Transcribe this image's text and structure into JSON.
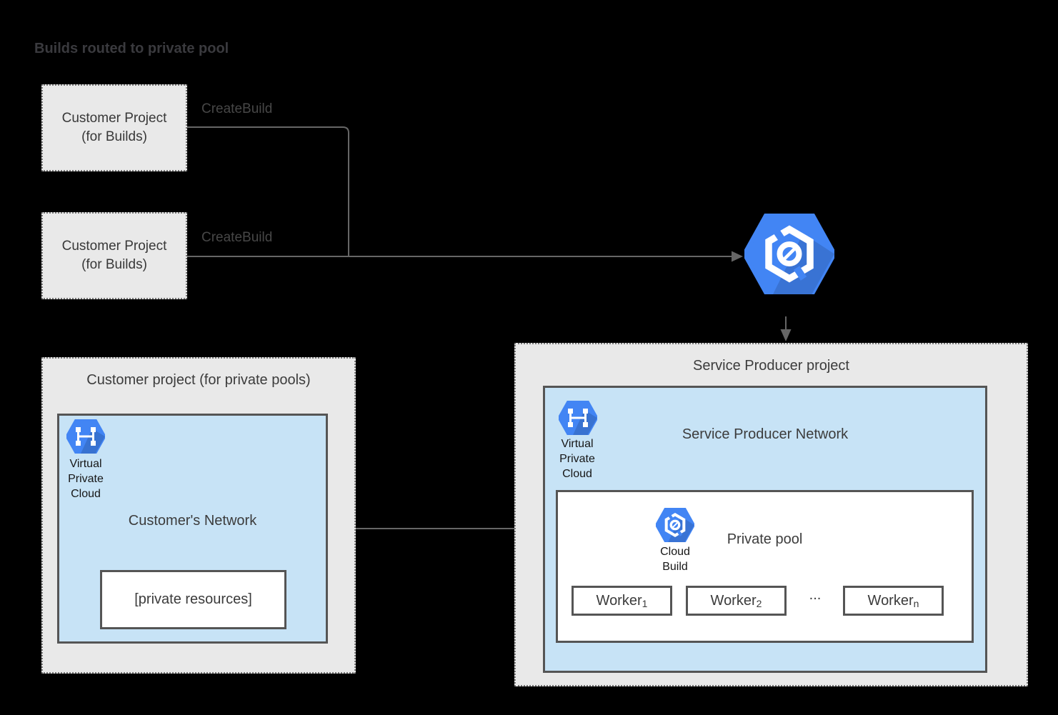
{
  "colors": {
    "canvas_bg": "#000000",
    "panel_gray": "#e9e9e9",
    "panel_dot_border": "#757575",
    "solid_border": "#555555",
    "network_blue": "#c7e3f6",
    "google_blue": "#4285f4",
    "connector_gray": "#666666",
    "text_gray": "#3c3c3c",
    "text_dark": "#161616"
  },
  "title": "Builds routed to private pool",
  "build_sources": [
    {
      "label": "Customer Project\n(for Builds)",
      "arrow_label": "CreateBuild"
    },
    {
      "label": "Customer Project\n(for Builds)",
      "arrow_label": "CreateBuild"
    }
  ],
  "cloud_build_icon_name": "cloud-build-icon",
  "service_producer": {
    "title": "Service Producer project",
    "network": {
      "title": "Service Producer Network",
      "vpc_icon_name": "virtual-private-cloud-icon",
      "vpc_label": "Virtual\nPrivate\nCloud",
      "private_pool": {
        "title": "Private pool",
        "icon_name": "cloud-build-icon",
        "icon_label": "Cloud\nBuild",
        "workers": [
          {
            "base": "Worker",
            "sub": "1"
          },
          {
            "base": "Worker",
            "sub": "2"
          },
          {
            "base": "Worker",
            "sub": "n"
          }
        ],
        "ellipsis": "..."
      }
    }
  },
  "customer_private_pools": {
    "title": "Customer project (for private pools)",
    "network": {
      "title": "Customer's Network",
      "vpc_icon_name": "virtual-private-cloud-icon",
      "vpc_label": "Virtual\nPrivate\nCloud",
      "private_resources_label": "[private resources]"
    }
  }
}
